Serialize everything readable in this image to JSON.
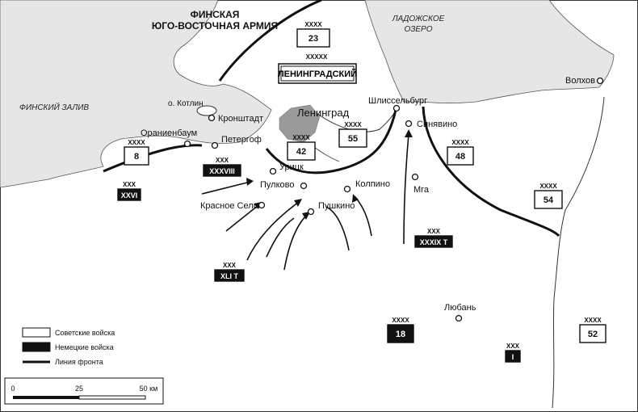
{
  "map": {
    "top_army_title_line1": "ФИНСКАЯ",
    "top_army_title_line2": "ЮГО-ВОСТОЧНАЯ АРМИЯ",
    "water": {
      "gulf": "ФИНСКИЙ ЗАЛИВ",
      "lake_line1": "ЛАДОЖСКОЕ",
      "lake_line2": "ОЗЕРО"
    },
    "front_label": {
      "echelon": "XXXXX",
      "name": "ЛЕНИНГРАДСКИЙ"
    },
    "city_main": "Ленинград",
    "island": "о. Котлин",
    "places": [
      {
        "id": "kronstadt",
        "name": "Кронштадт"
      },
      {
        "id": "oranienbaum",
        "name": "Ораниенбаум"
      },
      {
        "id": "petergof",
        "name": "Петергоф"
      },
      {
        "id": "uritsk",
        "name": "Урицк"
      },
      {
        "id": "pulkovo",
        "name": "Пулково"
      },
      {
        "id": "krasnoe_selo",
        "name": "Красное Село"
      },
      {
        "id": "pushkino",
        "name": "Пушкино"
      },
      {
        "id": "kolpino",
        "name": "Колпино"
      },
      {
        "id": "shlisselburg",
        "name": "Шлиссельбург"
      },
      {
        "id": "sinyavino",
        "name": "Синявино"
      },
      {
        "id": "mga",
        "name": "Мга"
      },
      {
        "id": "volkhov",
        "name": "Волхов"
      },
      {
        "id": "luban",
        "name": "Любань"
      }
    ],
    "units": [
      {
        "id": "army23",
        "echelon": "XXXX",
        "label": "23",
        "side": "soviet"
      },
      {
        "id": "army8",
        "echelon": "XXXX",
        "label": "8",
        "side": "soviet"
      },
      {
        "id": "army42",
        "echelon": "XXXX",
        "label": "42",
        "side": "soviet"
      },
      {
        "id": "army55",
        "echelon": "XXXX",
        "label": "55",
        "side": "soviet"
      },
      {
        "id": "army48",
        "echelon": "XXXX",
        "label": "48",
        "side": "soviet"
      },
      {
        "id": "army54",
        "echelon": "XXXX",
        "label": "54",
        "side": "soviet"
      },
      {
        "id": "army52",
        "echelon": "XXXX",
        "label": "52",
        "side": "soviet"
      },
      {
        "id": "army18",
        "echelon": "XXXX",
        "label": "18",
        "side": "german"
      },
      {
        "id": "corps38",
        "echelon": "XXX",
        "label": "XXXVIII",
        "side": "german"
      },
      {
        "id": "corps26",
        "echelon": "XXX",
        "label": "XXVI",
        "side": "german"
      },
      {
        "id": "corps41",
        "echelon": "XXX",
        "label": "XLI T",
        "side": "german"
      },
      {
        "id": "corps39",
        "echelon": "XXX",
        "label": "XXXIX T",
        "side": "german"
      },
      {
        "id": "corps1",
        "echelon": "XXX",
        "label": "I",
        "side": "german"
      }
    ],
    "legend": {
      "soviet": "Советские войска",
      "german": "Немецкие войска",
      "front": "Линия фронта"
    },
    "scale": {
      "ticks": [
        "0",
        "25",
        "50 км"
      ]
    },
    "colors": {
      "water": "#e6e6e6",
      "city": "#9a9a9a",
      "soviet_fill": "#ffffff",
      "german_fill": "#111111",
      "line": "#111111"
    }
  }
}
